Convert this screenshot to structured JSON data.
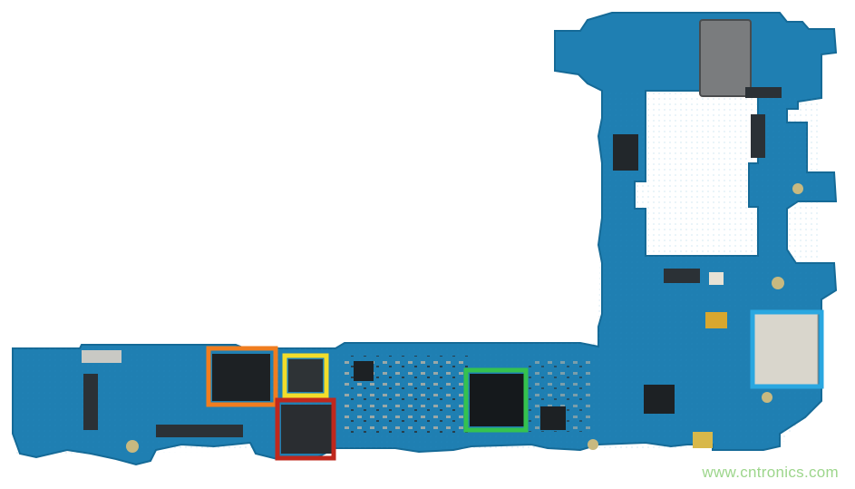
{
  "image": {
    "subject": "circuit-board",
    "board_color": "#1f7fb2",
    "board_edge_color": "#156a97"
  },
  "highlights": [
    {
      "name": "orange-highlight",
      "color": "#f07d1f"
    },
    {
      "name": "yellow-highlight",
      "color": "#f2dd2b"
    },
    {
      "name": "red-highlight",
      "color": "#c0281d"
    },
    {
      "name": "green-highlight",
      "color": "#35c24f"
    },
    {
      "name": "blue-highlight",
      "color": "#2aa7e0"
    }
  ],
  "watermark": {
    "text": "www.cntronics.com",
    "color": "#9dd68c"
  }
}
